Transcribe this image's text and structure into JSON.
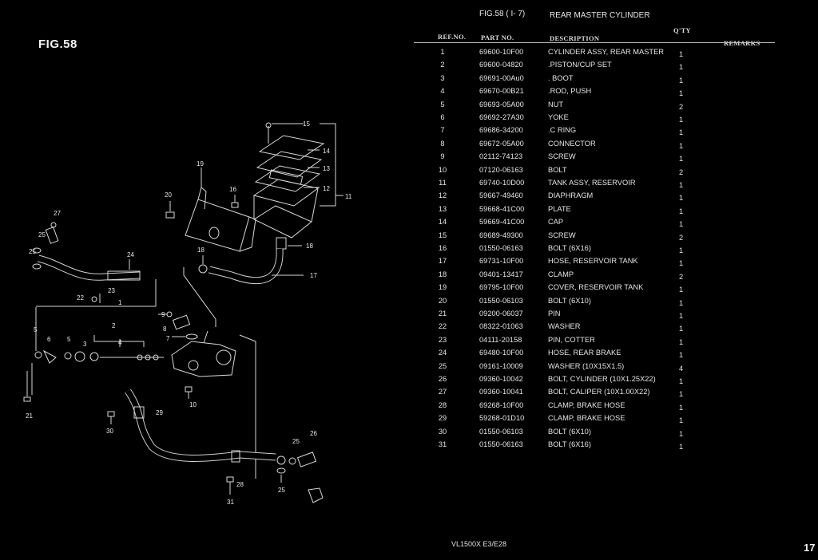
{
  "figure_label": "FIG.58",
  "header": {
    "fig_ref": "FIG.58 ( I- 7)",
    "title": "REAR MASTER CYLINDER",
    "col_ref": "REF.NO.",
    "col_part": "PART NO.",
    "col_desc": "DESCRIPTION",
    "col_qty": "Q'TY",
    "col_remarks": "REMARKS"
  },
  "parts": [
    {
      "ref": "1",
      "part": "69600-10F00",
      "desc": "CYLINDER ASSY, REAR MASTER",
      "qty": "1"
    },
    {
      "ref": "2",
      "part": "69600-04820",
      "desc": ".PISTON/CUP SET",
      "qty": "1"
    },
    {
      "ref": "3",
      "part": "69691-00Au0",
      "desc": ". BOOT",
      "qty": "1"
    },
    {
      "ref": "4",
      "part": "69670-00B21",
      "desc": ".ROD, PUSH",
      "qty": "1"
    },
    {
      "ref": "5",
      "part": "69693-05A00",
      "desc": "NUT",
      "qty": "2"
    },
    {
      "ref": "6",
      "part": "69692-27A30",
      "desc": "YOKE",
      "qty": "1"
    },
    {
      "ref": "7",
      "part": "69686-34200",
      "desc": ".C RING",
      "qty": "1"
    },
    {
      "ref": "8",
      "part": "69672-05A00",
      "desc": "CONNECTOR",
      "qty": "1"
    },
    {
      "ref": "9",
      "part": "02112-74123",
      "desc": "SCREW",
      "qty": "1"
    },
    {
      "ref": "10",
      "part": "07120-06163",
      "desc": "BOLT",
      "qty": "2"
    },
    {
      "ref": "11",
      "part": "69740-10D00",
      "desc": "TANK ASSY, RESERVOIR",
      "qty": "1"
    },
    {
      "ref": "12",
      "part": "59667-49460",
      "desc": "DIAPHRAGM",
      "qty": "1"
    },
    {
      "ref": "13",
      "part": "59668-41C00",
      "desc": "PLATE",
      "qty": "1"
    },
    {
      "ref": "14",
      "part": "59669-41C00",
      "desc": "CAP",
      "qty": "1"
    },
    {
      "ref": "15",
      "part": "69689-49300",
      "desc": "SCREW",
      "qty": "2"
    },
    {
      "ref": "16",
      "part": "01550-06163",
      "desc": "BOLT (6X16)",
      "qty": "1"
    },
    {
      "ref": "17",
      "part": "69731-10F00",
      "desc": "HOSE, RESERVOIR TANK",
      "qty": "1"
    },
    {
      "ref": "18",
      "part": "09401-13417",
      "desc": "CLAMP",
      "qty": "2"
    },
    {
      "ref": "19",
      "part": "69795-10F00",
      "desc": "COVER, RESERVOIR TANK",
      "qty": "1"
    },
    {
      "ref": "20",
      "part": "01550-06103",
      "desc": "BOLT (6X10)",
      "qty": "1"
    },
    {
      "ref": "21",
      "part": "09200-06037",
      "desc": "PIN",
      "qty": "1"
    },
    {
      "ref": "22",
      "part": "08322-01063",
      "desc": "WASHER",
      "qty": "1"
    },
    {
      "ref": "23",
      "part": "04111-20158",
      "desc": "PIN, COTTER",
      "qty": "1"
    },
    {
      "ref": "24",
      "part": "69480-10F00",
      "desc": "HOSE, REAR BRAKE",
      "qty": "1"
    },
    {
      "ref": "25",
      "part": "09161-10009",
      "desc": "WASHER (10X15X1.5)",
      "qty": "4"
    },
    {
      "ref": "26",
      "part": "09360-10042",
      "desc": "BOLT, CYLINDER (10X1.25X22)",
      "qty": "1"
    },
    {
      "ref": "27",
      "part": "09360-10041",
      "desc": "BOLT, CALIPER (10X1.00X22)",
      "qty": "1"
    },
    {
      "ref": "28",
      "part": "69268-10F00",
      "desc": "CLAMP, BRAKE HOSE",
      "qty": "1"
    },
    {
      "ref": "29",
      "part": "59268-01D10",
      "desc": "CLAMP, BRAKE HOSE",
      "qty": "1"
    },
    {
      "ref": "30",
      "part": "01550-06103",
      "desc": "BOLT (6X10)",
      "qty": "1"
    },
    {
      "ref": "31",
      "part": "01550-06163",
      "desc": "BOLT (6X16)",
      "qty": "1"
    }
  ],
  "diagram_callouts": {
    "c1": "1",
    "c2": "2",
    "c3": "3",
    "c4": "4",
    "c5a": "5",
    "c5b": "5",
    "c6": "6",
    "c7": "7",
    "c8": "8",
    "c9": "9",
    "c10": "10",
    "c11": "11",
    "c12": "12",
    "c13": "13",
    "c14": "14",
    "c15": "15",
    "c16": "16",
    "c17": "17",
    "c18a": "18",
    "c18b": "18",
    "c19": "19",
    "c20": "20",
    "c21": "21",
    "c22": "22",
    "c23": "23",
    "c24": "24",
    "c25a": "25",
    "c25b": "25",
    "c25c": "25",
    "c25d": "25",
    "c26": "26",
    "c27": "27",
    "c28": "28",
    "c29": "29",
    "c30": "30",
    "c31": "31"
  },
  "footer_model": "VL1500X  E3/E28",
  "page_number": "17"
}
